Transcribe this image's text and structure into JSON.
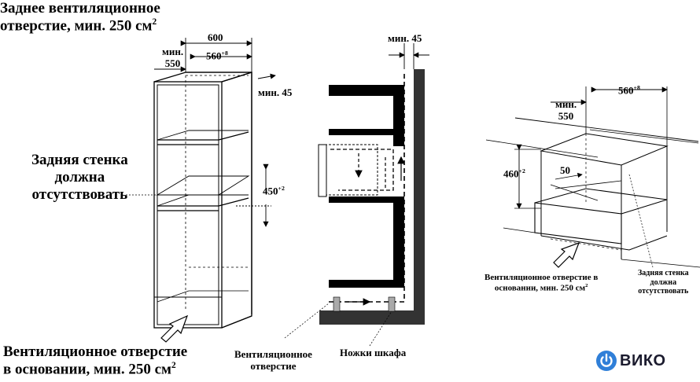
{
  "left": {
    "top_vent_line1": "Заднее вентиляционное",
    "top_vent_line2": "отверстие, мин. 250 см",
    "top_vent_sup": "2",
    "dim_600": "600",
    "dim_min": "мин.",
    "dim_550": "550",
    "dim_560": "560",
    "dim_560_sup": "+8",
    "dim_min45": "мин. 45",
    "dim_450": "450",
    "dim_450_sup": "+2",
    "back_wall_line1": "Задняя стенка",
    "back_wall_line2": "должна",
    "back_wall_line3": "отсутствовать",
    "bottom_vent_line1": "Вентиляционное отверстие",
    "bottom_vent_line2": "в основании, мин. 250 см",
    "bottom_vent_sup": "2"
  },
  "middle": {
    "dim_min45": "мин. 45",
    "vent_line1": "Вентиляционное",
    "vent_line2": "отверстие",
    "legs": "Ножки шкафа"
  },
  "right": {
    "dim_min": "мин.",
    "dim_550": "550",
    "dim_560": "560",
    "dim_560_sup": "+8",
    "dim_460": "460",
    "dim_460_sup": "+2",
    "dim_50": "50",
    "vent_line1": "Вентиляционное отверстие в",
    "vent_line2": "основании, мин. 250 см",
    "vent_sup": "2",
    "back_wall_line1": "Задняя стенка",
    "back_wall_line2": "должна",
    "back_wall_line3": "отсутствовать"
  },
  "brand": {
    "name": "ВИКО",
    "accent": "#2f7fd8"
  }
}
